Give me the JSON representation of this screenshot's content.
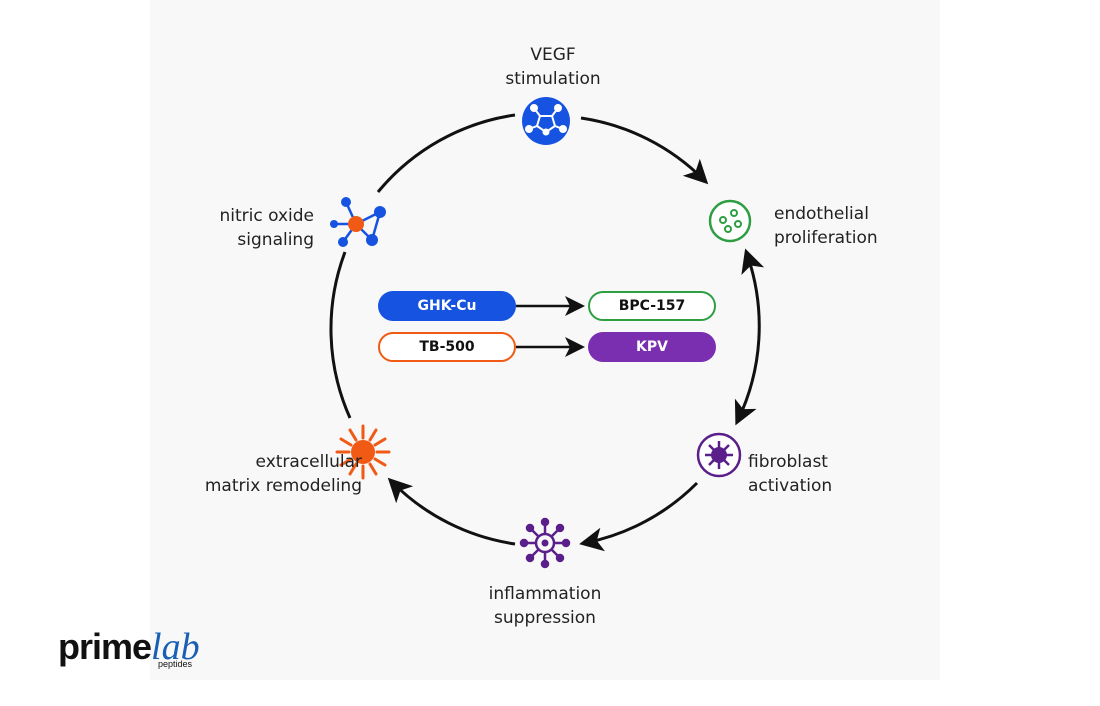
{
  "nodes": {
    "vegf": {
      "line1": "VEGF",
      "line2": "stimulation",
      "color": "#1553e0"
    },
    "endothelial": {
      "line1": "endothelial",
      "line2": "proliferation",
      "color": "#2e9e43"
    },
    "fibroblast": {
      "line1": "fibroblast",
      "line2": "activation",
      "color": "#5a1f8a"
    },
    "inflammation": {
      "line1": "inflammation",
      "line2": "suppression",
      "color": "#5a1f8a"
    },
    "ecm": {
      "line1": "extracellular",
      "line2": "matrix remodeling",
      "color": "#f05a14"
    },
    "nitric": {
      "line1": "nitric oxide",
      "line2": "signaling",
      "color": "#1553e0"
    }
  },
  "peptides": {
    "ghk": {
      "label": "GHK-Cu",
      "color": "#1553e0"
    },
    "bpc": {
      "label": "BPC-157",
      "color": "#2e9e43"
    },
    "tb": {
      "label": "TB-500",
      "color": "#f05a14"
    },
    "kpv": {
      "label": "KPV",
      "color": "#7a2fb0"
    }
  },
  "logo": {
    "prime": "prime",
    "lab": "lab",
    "sub": "peptides"
  }
}
